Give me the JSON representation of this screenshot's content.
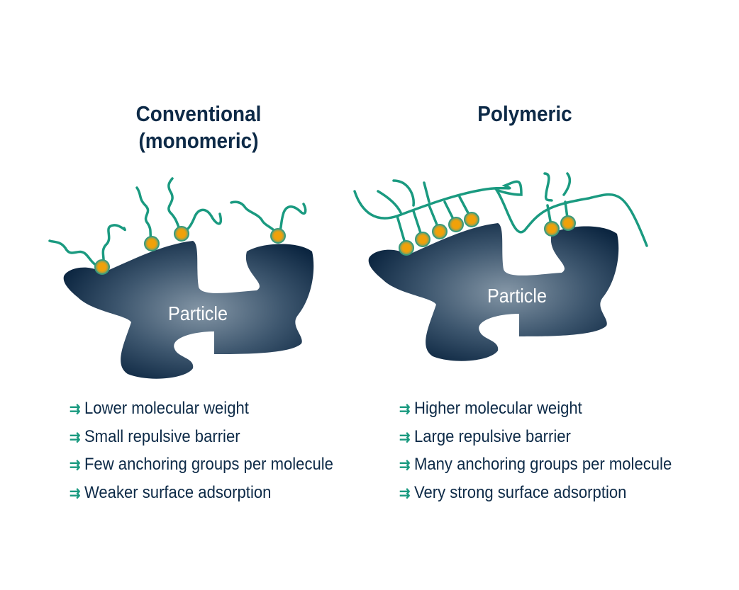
{
  "left": {
    "title_line1": "Conventional",
    "title_line2": "(monomeric)",
    "particle_label": "Particle",
    "bullets": [
      "Lower molecular weight",
      "Small repulsive barrier",
      "Few anchoring groups per molecule",
      "Weaker surface adsorption"
    ]
  },
  "right": {
    "title": "Polymeric",
    "particle_label": "Particle",
    "bullets": [
      "Higher molecular weight",
      "Large repulsive barrier",
      "Many anchoring groups per molecule",
      "Very strong surface adsorption"
    ]
  },
  "bullet_symbol": "⇉",
  "colors": {
    "chain": "#1a9a80",
    "anchor": "#f0a10a",
    "particle_dark": "#0b2540",
    "particle_light": "#8496a6",
    "text": "#0d2a47"
  }
}
